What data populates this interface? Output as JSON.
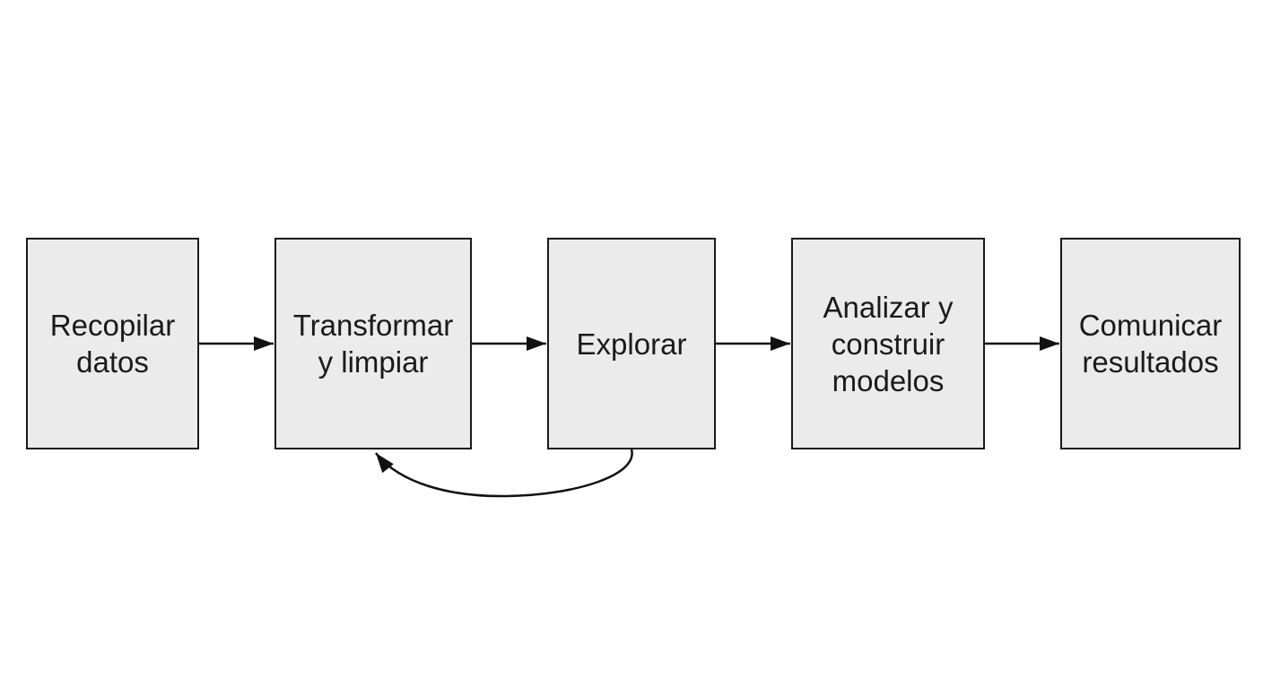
{
  "diagram": {
    "steps": [
      {
        "id": "recopilar",
        "lines": [
          "Recopilar",
          "datos"
        ]
      },
      {
        "id": "transformar",
        "lines": [
          "Transformar",
          "y limpiar"
        ]
      },
      {
        "id": "explorar",
        "lines": [
          "Explorar"
        ]
      },
      {
        "id": "analizar",
        "lines": [
          "Analizar y",
          "construir",
          "modelos"
        ]
      },
      {
        "id": "comunicar",
        "lines": [
          "Comunicar",
          "resultados"
        ]
      }
    ],
    "connections": [
      {
        "from": "recopilar",
        "to": "transformar",
        "type": "straight"
      },
      {
        "from": "transformar",
        "to": "explorar",
        "type": "straight"
      },
      {
        "from": "explorar",
        "to": "analizar",
        "type": "straight"
      },
      {
        "from": "analizar",
        "to": "comunicar",
        "type": "straight"
      },
      {
        "from": "explorar",
        "to": "transformar",
        "type": "curved-feedback"
      }
    ],
    "colors": {
      "box_fill": "#ebebeb",
      "stroke": "#1a1a1a",
      "background": "#ffffff"
    }
  }
}
